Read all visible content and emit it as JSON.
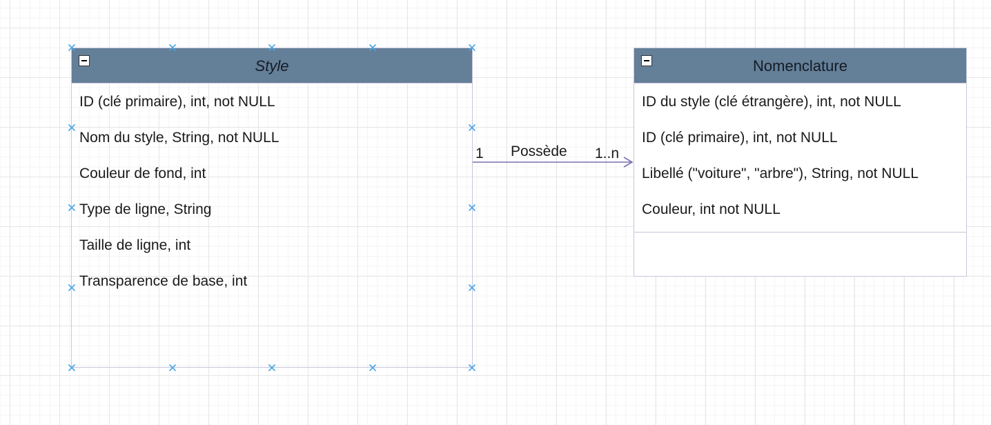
{
  "entities": {
    "style": {
      "title": "Style",
      "attributes": [
        "ID (clé primaire), int, not NULL",
        "Nom du style, String, not NULL",
        "Couleur de fond, int",
        "Type de ligne, String",
        "Taille de ligne, int",
        "Transparence de base, int"
      ]
    },
    "nomenclature": {
      "title": "Nomenclature",
      "attributes": [
        "ID du style (clé étrangère), int, not NULL",
        "ID (clé primaire), int, not NULL",
        "Libellé (\"voiture\", \"arbre\"), String, not NULL",
        "Couleur, int not NULL"
      ]
    }
  },
  "relation": {
    "label": "Possède",
    "source_multiplicity": "1",
    "target_multiplicity": "1..n"
  },
  "colors": {
    "header": "#647f98",
    "border": "#c6c6dc",
    "edge": "#7a6fae",
    "selection_handle": "#4aa6e6"
  }
}
